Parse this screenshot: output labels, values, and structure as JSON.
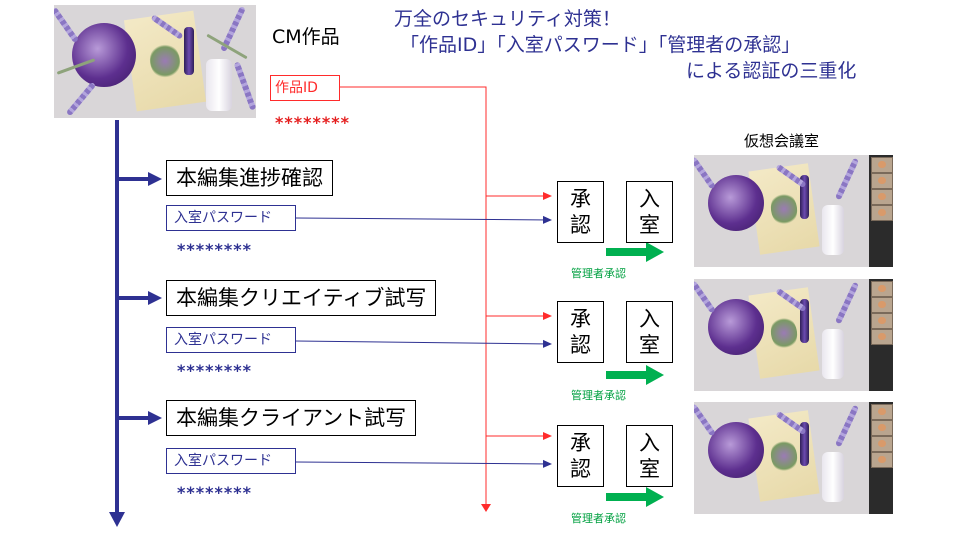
{
  "headline": {
    "line1": "万全のセキュリティ対策！",
    "line2": "「作品ID」「入室パスワード」「管理者の承認」",
    "line3": "による認証の三重化"
  },
  "work": {
    "title": "CM作品",
    "id_label": "作品ID",
    "id_mask": "********"
  },
  "stages": [
    {
      "name": "本編集進捗確認",
      "password_label": "入室パスワード",
      "password_mask": "********"
    },
    {
      "name": "本編集クリエイティブ試写",
      "password_label": "入室パスワード",
      "password_mask": "********"
    },
    {
      "name": "本編集クライアント試写",
      "password_label": "入室パスワード",
      "password_mask": "********"
    }
  ],
  "gate": {
    "approve": "承認",
    "enter": "入室",
    "approve_caption": "管理者承認"
  },
  "room_title": "仮想会議室",
  "colors": {
    "id_line": "#ff2b2b",
    "password_line": "#2e3192",
    "timeline": "#2e3192",
    "approve_arrow": "#00b050",
    "headline": "#2e3192"
  }
}
